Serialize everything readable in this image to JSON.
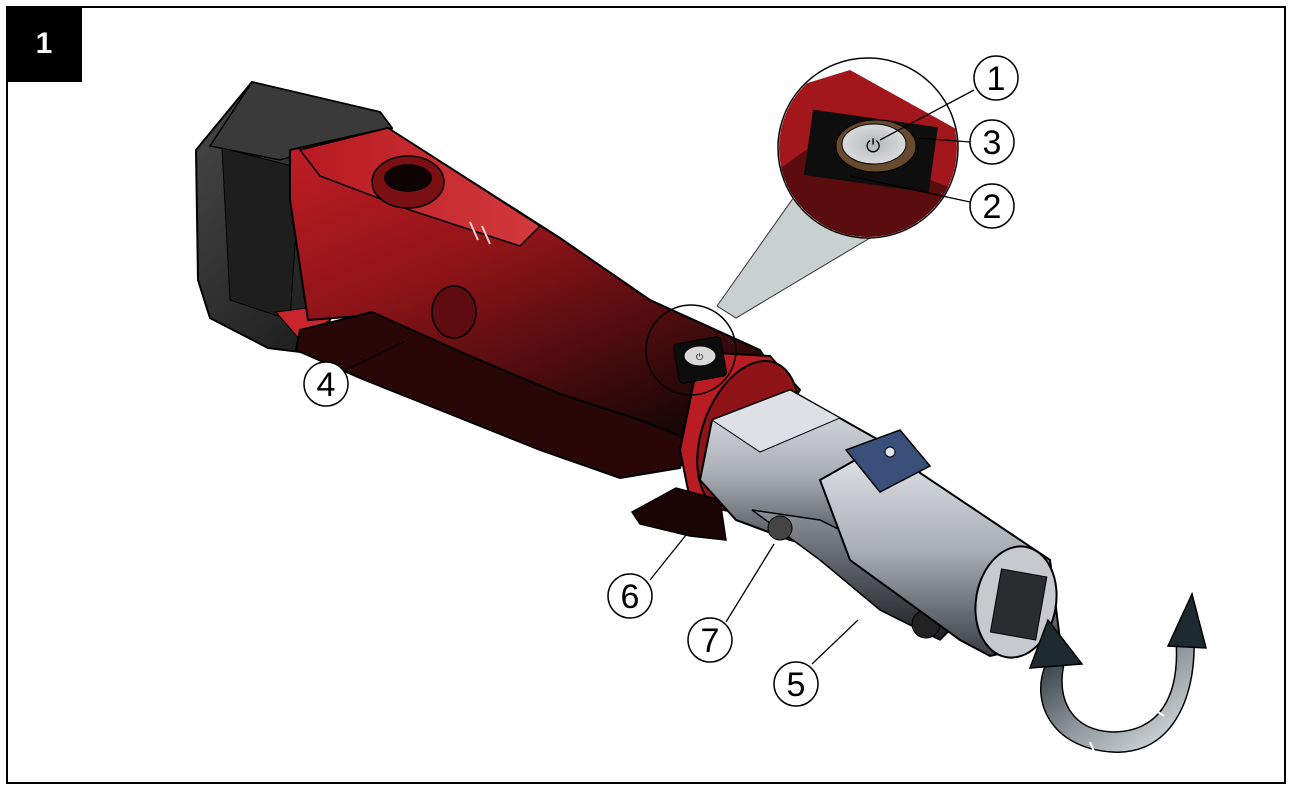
{
  "figure": {
    "number": "1"
  },
  "callouts": [
    {
      "id": "c1",
      "label": "1"
    },
    {
      "id": "c2",
      "label": "2"
    },
    {
      "id": "c3",
      "label": "3"
    },
    {
      "id": "c4",
      "label": "4"
    },
    {
      "id": "c5",
      "label": "5"
    },
    {
      "id": "c6",
      "label": "6"
    },
    {
      "id": "c7",
      "label": "7"
    }
  ],
  "colors": {
    "housing_red": "#8e1418",
    "housing_dark": "#1a0606",
    "battery_dark": "#2b2b2b",
    "metal_gray": "#a9adb4",
    "detail_blue": "#3a4f7a",
    "arrow_gray": "#8d969b"
  }
}
